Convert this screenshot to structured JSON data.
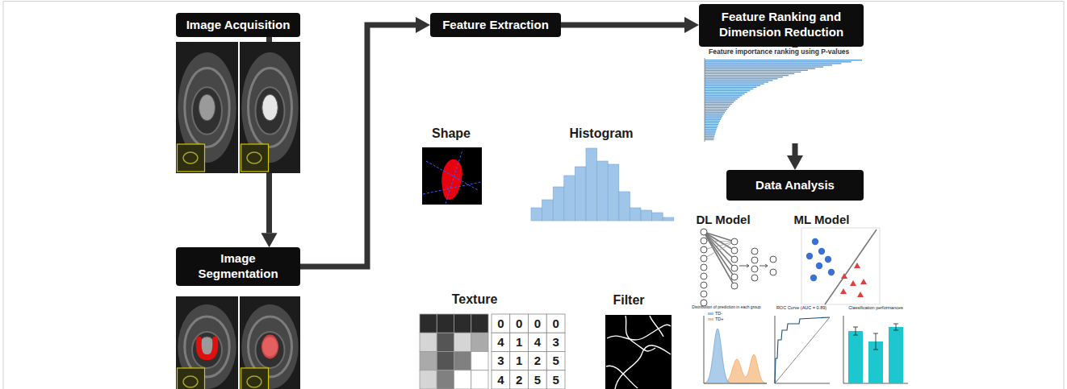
{
  "diagram": {
    "nodes": [
      {
        "text": [
          "Image Acquisition"
        ]
      },
      {
        "text": [
          "Image Segmentation"
        ]
      },
      {
        "text": [
          "Feature Extraction"
        ]
      },
      {
        "text": [
          "Feature Ranking and Dimension Reduction"
        ]
      },
      {
        "text": [
          "Data Analysis"
        ]
      }
    ],
    "edges": [
      {
        "from": 0,
        "to": 1,
        "arrow": "to"
      },
      {
        "from": 1,
        "to": 2,
        "arrow": "to"
      },
      {
        "from": 2,
        "to": 3,
        "arrow": "to"
      },
      {
        "from": 3,
        "to": 4,
        "arrow": "to"
      }
    ],
    "labels": [
      "Shape",
      "Histogram",
      "Texture",
      "Filter",
      "Feature importance ranking using P-values",
      "DL Model",
      "ML Model",
      "Distribution of prediction in each group",
      "ROC Curve (AUC = 0.89)",
      "Classification performances",
      "0",
      "0",
      "0",
      "0",
      "4",
      "1",
      "4",
      "3",
      "3",
      "1",
      "2",
      "5",
      "4",
      "2",
      "5",
      "5"
    ],
    "legend": [
      {
        "text": "TD-",
        "color": "#9ec5e6"
      },
      {
        "text": "TD+",
        "color": "#f7c28e"
      }
    ]
  }
}
